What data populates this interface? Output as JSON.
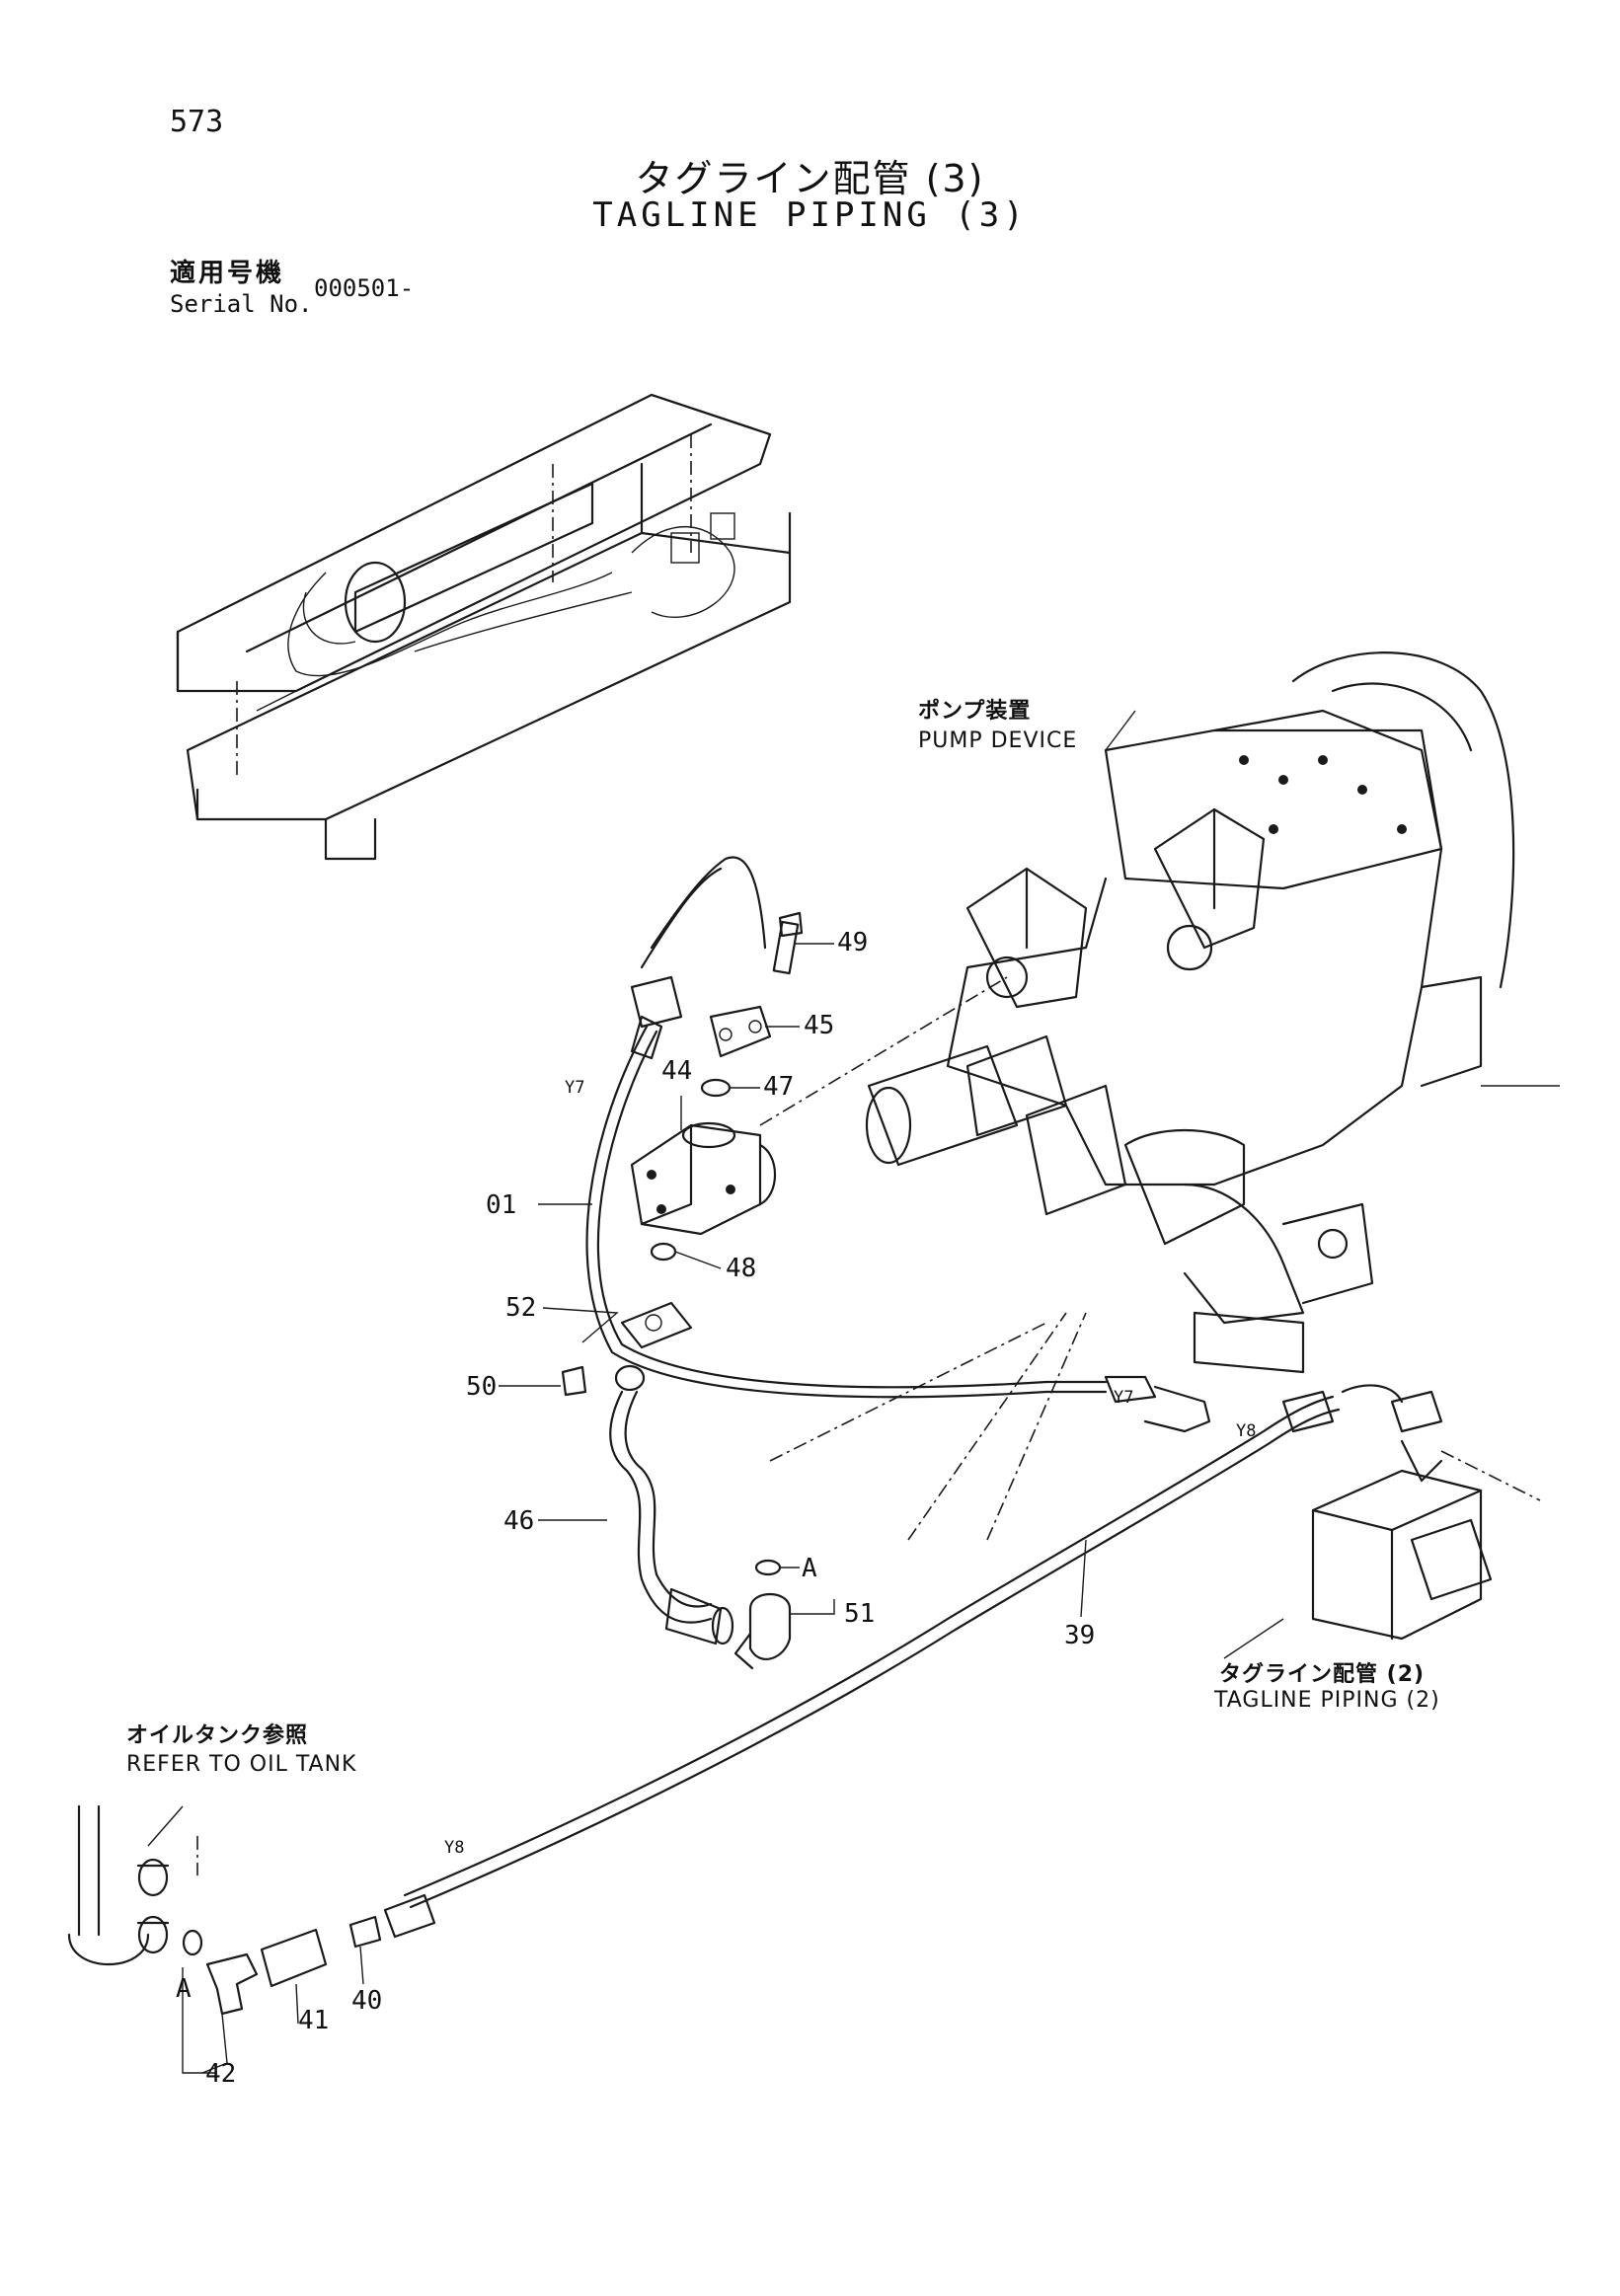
{
  "header": {
    "page_number": "573",
    "title_jp": "タグライン配管 (3)",
    "title_en": "TAGLINE PIPING (3)",
    "serial_label_jp": "適用号機",
    "serial_label_en": "Serial No.",
    "serial_value": "000501-"
  },
  "notes": {
    "pump_device_jp": "ポンプ装置",
    "pump_device_en": "PUMP DEVICE",
    "tagline2_jp": "タグライン配管 (2)",
    "tagline2_en": "TAGLINE PIPING (2)",
    "oil_tank_jp": "オイルタンク参照",
    "oil_tank_en": "REFER TO OIL TANK"
  },
  "callouts": {
    "c49": "49",
    "c45": "45",
    "c47": "47",
    "c44": "44",
    "c01": "01",
    "c48": "48",
    "c52": "52",
    "c50": "50",
    "c46": "46",
    "c51": "51",
    "c39": "39",
    "c40": "40",
    "c41": "41",
    "c42": "42",
    "a_upper": "A",
    "a_lower": "A"
  },
  "line_marks": {
    "y7_upper": "Y7",
    "y7_lower": "Y7",
    "y8_right": "Y8",
    "y8_lower": "Y8"
  }
}
